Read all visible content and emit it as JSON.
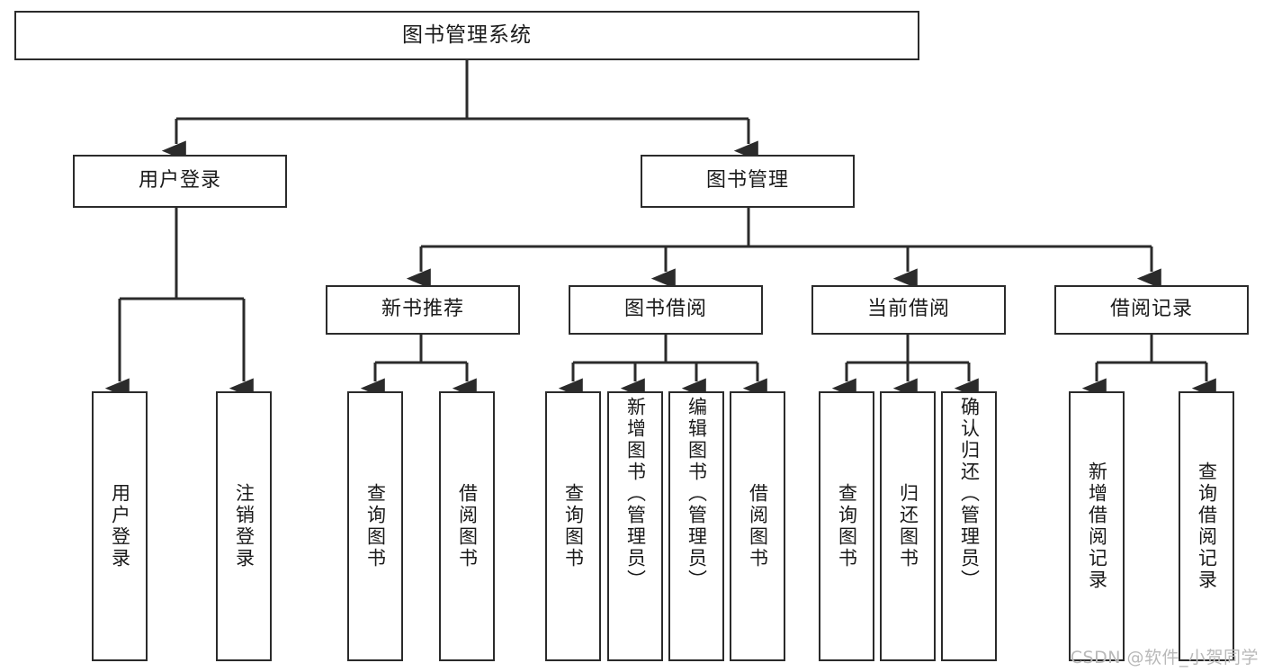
{
  "diagram": {
    "title": "图书管理系统",
    "type": "tree-hierarchy-chart",
    "root": {
      "label": "图书管理系统"
    },
    "level1": [
      {
        "label": "用户登录"
      },
      {
        "label": "图书管理"
      }
    ],
    "level2": [
      {
        "label": "新书推荐",
        "parent": "图书管理"
      },
      {
        "label": "图书借阅",
        "parent": "图书管理"
      },
      {
        "label": "当前借阅",
        "parent": "图书管理"
      },
      {
        "label": "借阅记录",
        "parent": "图书管理"
      }
    ],
    "leaves": [
      {
        "label": "用户登录",
        "parent": "用户登录"
      },
      {
        "label": "注销登录",
        "parent": "用户登录"
      },
      {
        "label": "查询图书",
        "parent": "新书推荐"
      },
      {
        "label": "借阅图书",
        "parent": "新书推荐"
      },
      {
        "label": "查询图书",
        "parent": "图书借阅"
      },
      {
        "label": "新增图书（管理员）",
        "parent": "图书借阅"
      },
      {
        "label": "编辑图书（管理员）",
        "parent": "图书借阅"
      },
      {
        "label": "借阅图书",
        "parent": "图书借阅"
      },
      {
        "label": "查询图书",
        "parent": "当前借阅"
      },
      {
        "label": "归还图书",
        "parent": "当前借阅"
      },
      {
        "label": "确认归还（管理员）",
        "parent": "当前借阅"
      },
      {
        "label": "新增借阅记录",
        "parent": "借阅记录"
      },
      {
        "label": "查询借阅记录",
        "parent": "借阅记录"
      }
    ],
    "watermark": "CSDN @软件_小贺同学",
    "colors": {
      "stroke": "#2b2b2b",
      "fill": "#ffffff",
      "text": "#1a1a1a",
      "watermark": "#b9b9b9"
    }
  }
}
